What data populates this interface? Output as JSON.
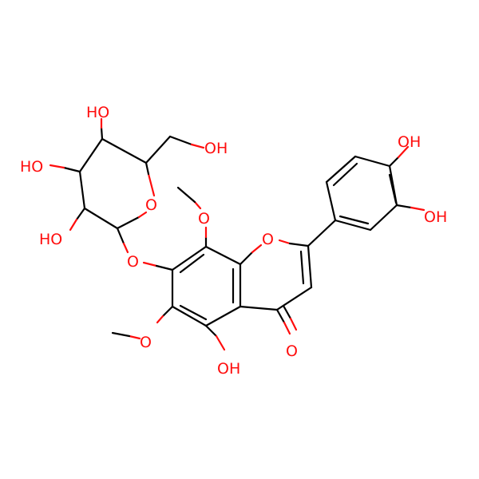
{
  "colors": {
    "bond": "#000000",
    "heteroatom_oxygen": "#ff0d0d",
    "background": "#ffffff"
  },
  "labels": {
    "oh_sugar_top": "HO",
    "oh_ch2": "OH",
    "oh_sugar_left": "HO",
    "oh_sugar_bottom": "HO",
    "o_ring_sugar": "O",
    "o_glycosidic": "O",
    "o_methoxy_8": "O",
    "o_ring_chromone": "O",
    "o_methoxy_6": "O",
    "oh_5": "OH",
    "o_carbonyl": "O",
    "oh_para": "OH",
    "oh_meta": "OH"
  }
}
